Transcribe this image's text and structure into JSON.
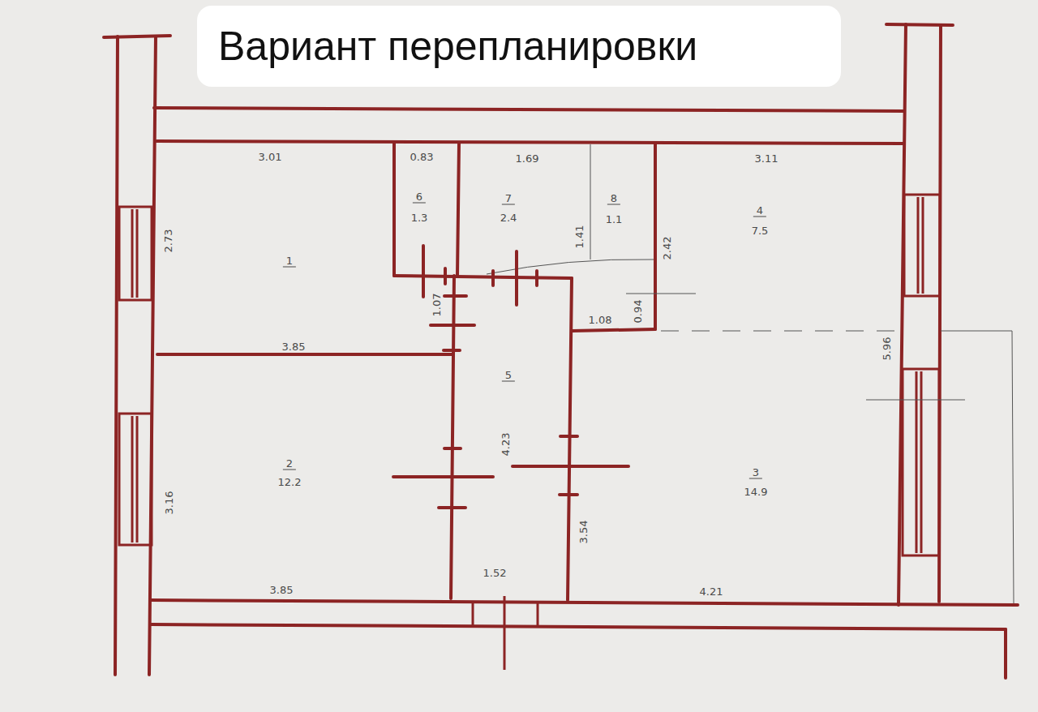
{
  "diagram": {
    "title": "Вариант перепланировки",
    "labels": [
      "3.01",
      "0.83",
      "1.69",
      "3.11",
      "6",
      "1.3",
      "7",
      "2.4",
      "8",
      "1.1",
      "4",
      "7.5",
      "2.73",
      "1",
      "1.41",
      "2.42",
      "1.07",
      "1.08",
      "0.94",
      "3.85",
      "5.96",
      "5",
      "2",
      "12.2",
      "4.23",
      "3",
      "14.9",
      "3.16",
      "3.54",
      "3.85",
      "1.52",
      "4.21"
    ]
  }
}
